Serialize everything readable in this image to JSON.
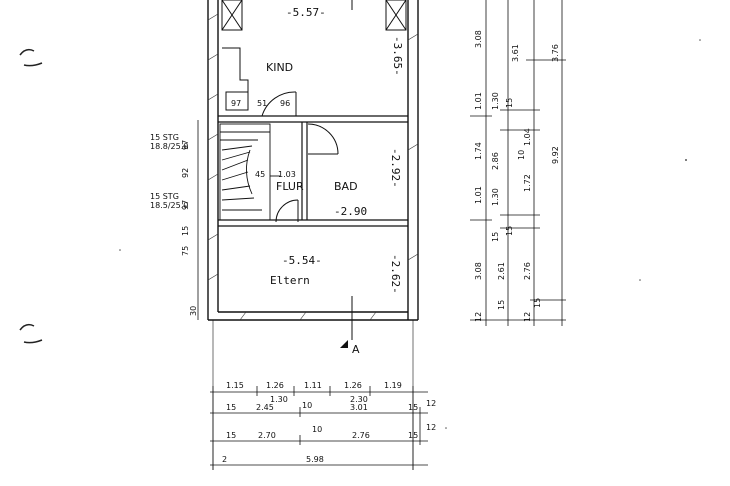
{
  "rooms": {
    "kind": "KIND",
    "flur": "FLUR",
    "bad": "BAD",
    "eltern": "Eltern"
  },
  "handwritten": {
    "kind_width": "-5.57-",
    "kind_height": "-3.65-",
    "bad_height": "-2.92-",
    "bad_width": "-2.90",
    "eltern_width": "-5.54-",
    "eltern_height": "-2.62-"
  },
  "stair": {
    "label_upper_1": "15 STG",
    "label_upper_2": "18.8/25.0",
    "label_lower_1": "15 STG",
    "label_lower_2": "18.5/25.0",
    "d_97": "97",
    "d_92": "92",
    "d_97b": "97",
    "d_45": "45",
    "d_103": "1.03",
    "d_97c": "97",
    "d_51": "51",
    "d_96": "96",
    "d_15": "15",
    "d_75": "75",
    "d_30": "30"
  },
  "section_marker": "A",
  "bottom_dims": {
    "row1": [
      "1.15",
      "1.26",
      "1.11",
      "1.26",
      "1.19"
    ],
    "row2": [
      "1.30",
      "2.30"
    ],
    "row3": [
      "15",
      "2.45",
      "10",
      "3.01",
      "15",
      "12"
    ],
    "row4": [
      "15",
      "2.70",
      "10",
      "2.76",
      "15",
      "12"
    ],
    "row5": [
      "2",
      "5.98"
    ]
  },
  "right_dims": {
    "col1": [
      "3.08",
      "1.01",
      "1.74",
      "1.01",
      "3.08",
      "12"
    ],
    "col2": [
      "1.30",
      "2.86",
      "1.30",
      "2.61",
      "15",
      "15"
    ],
    "col3": [
      "3.61",
      "15",
      "1.04",
      "10",
      "1.72",
      "15",
      "2.76",
      "12"
    ],
    "col4": [
      "3.76",
      "9.92",
      "15"
    ]
  }
}
